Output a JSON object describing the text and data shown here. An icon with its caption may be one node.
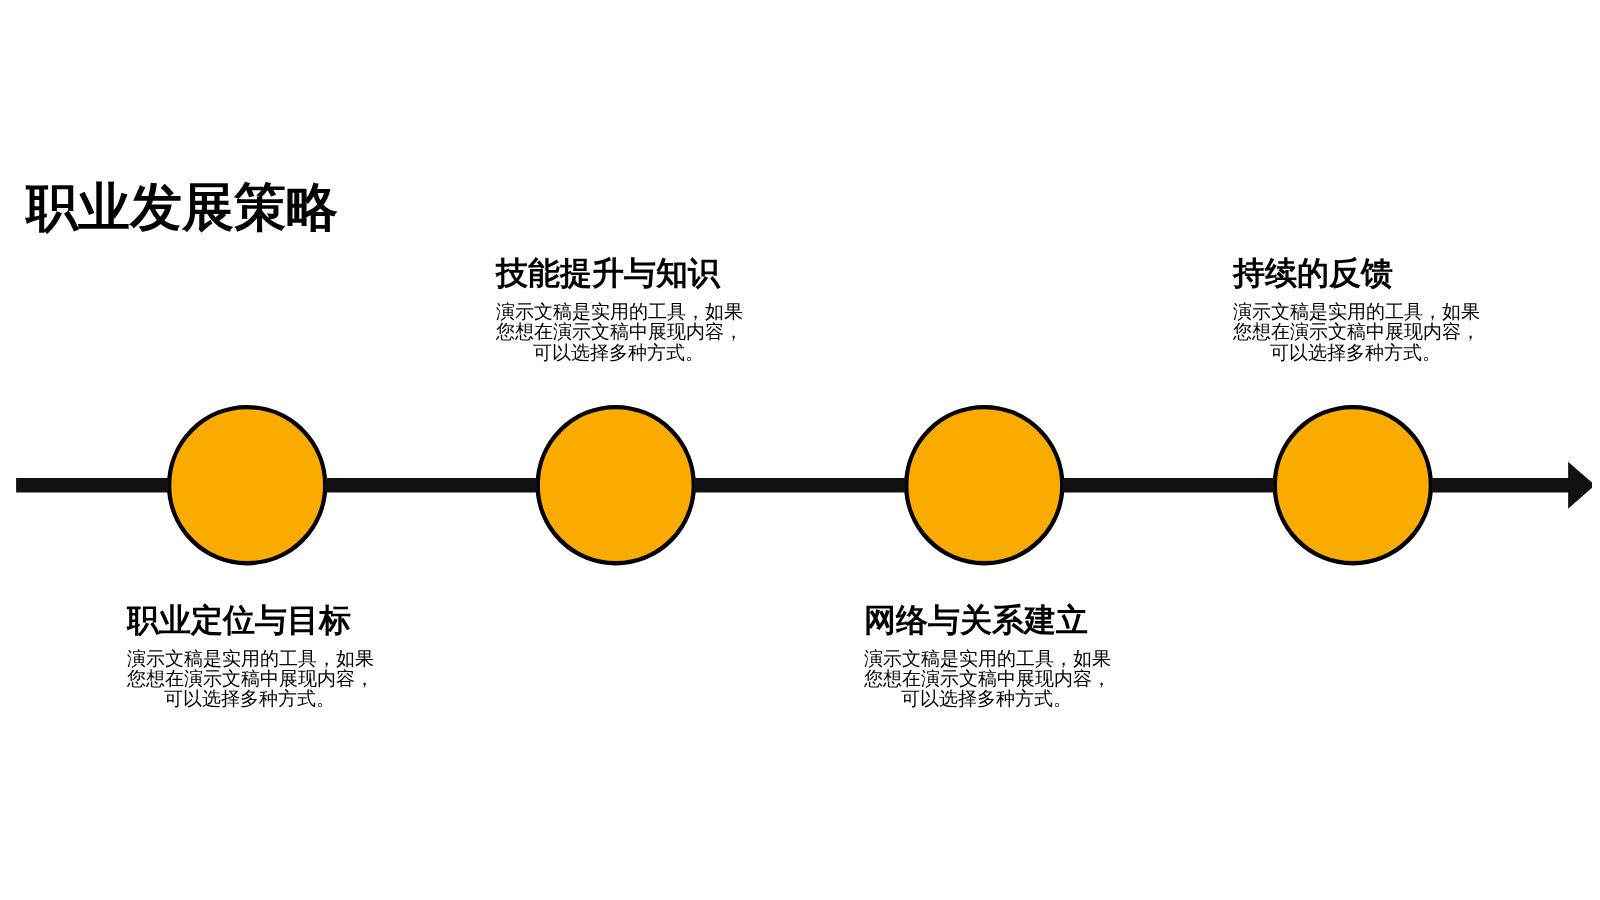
{
  "diagram": {
    "title": "职业发展策略",
    "nodes": [
      {
        "text": [],
        "shape": "circle",
        "beside": [
          "职业定位与目标",
          "演示文稿是实用的工具，如果您想在演示文稿中展现内容，可以选择多种方式。"
        ]
      },
      {
        "text": [],
        "shape": "circle",
        "beside": [
          "技能提升与知识",
          "演示文稿是实用的工具，如果您想在演示文稿中展现内容，可以选择多种方式。"
        ]
      },
      {
        "text": [],
        "shape": "circle",
        "beside": [
          "网络与关系建立",
          "演示文稿是实用的工具，如果您想在演示文稿中展现内容，可以选择多种方式。"
        ]
      },
      {
        "text": [],
        "shape": "circle",
        "beside": [
          "持续的反馈",
          "演示文稿是实用的工具，如果您想在演示文稿中展现内容，可以选择多种方式。"
        ]
      }
    ],
    "edges": [
      {
        "from": null,
        "to": 0,
        "arrow": "none"
      },
      {
        "from": 0,
        "to": 1,
        "arrow": "none"
      },
      {
        "from": 1,
        "to": 2,
        "arrow": "none"
      },
      {
        "from": 2,
        "to": 3,
        "arrow": "none"
      },
      {
        "from": 3,
        "to": null,
        "arrow": "to"
      }
    ]
  }
}
